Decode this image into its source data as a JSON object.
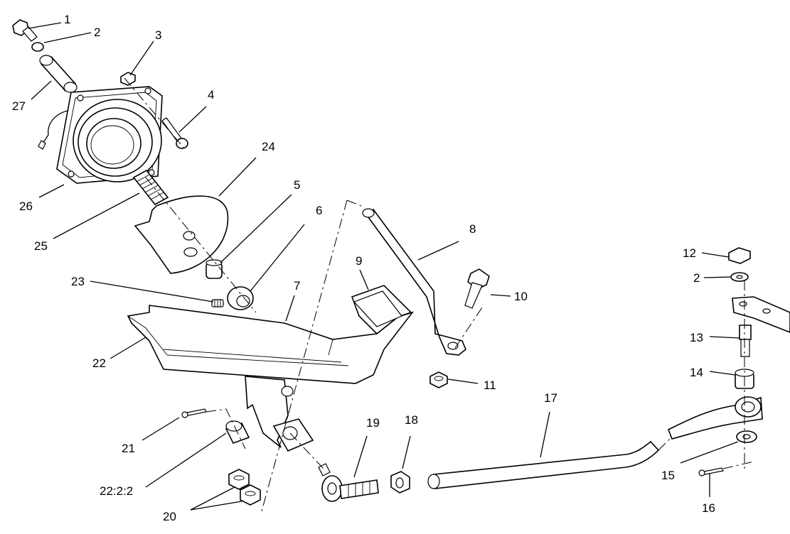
{
  "callouts": [
    {
      "id": "c1",
      "text": "1"
    },
    {
      "id": "c2",
      "text": "2"
    },
    {
      "id": "c3",
      "text": "3"
    },
    {
      "id": "c4",
      "text": "4"
    },
    {
      "id": "c5",
      "text": "5"
    },
    {
      "id": "c6",
      "text": "6"
    },
    {
      "id": "c7",
      "text": "7"
    },
    {
      "id": "c8",
      "text": "8"
    },
    {
      "id": "c9",
      "text": "9"
    },
    {
      "id": "c10",
      "text": "10"
    },
    {
      "id": "c11",
      "text": "11"
    },
    {
      "id": "c12",
      "text": "12"
    },
    {
      "id": "c2b",
      "text": "2"
    },
    {
      "id": "c13",
      "text": "13"
    },
    {
      "id": "c14",
      "text": "14"
    },
    {
      "id": "c15",
      "text": "15"
    },
    {
      "id": "c16",
      "text": "16"
    },
    {
      "id": "c17",
      "text": "17"
    },
    {
      "id": "c18",
      "text": "18"
    },
    {
      "id": "c19",
      "text": "19"
    },
    {
      "id": "c20",
      "text": "20"
    },
    {
      "id": "c21",
      "text": "21"
    },
    {
      "id": "c22",
      "text": "22"
    },
    {
      "id": "c22b",
      "text": "22:2:2"
    },
    {
      "id": "c23",
      "text": "23"
    },
    {
      "id": "c24",
      "text": "24"
    },
    {
      "id": "c25",
      "text": "25"
    },
    {
      "id": "c26",
      "text": "26"
    },
    {
      "id": "c27",
      "text": "27"
    }
  ]
}
